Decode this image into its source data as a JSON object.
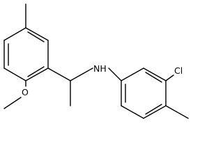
{
  "molecule": {
    "atom_labels": {
      "nh": "NH",
      "cl": "Cl",
      "o": "O"
    },
    "colors": {
      "background": "#ffffff",
      "ink": "#000000"
    }
  }
}
